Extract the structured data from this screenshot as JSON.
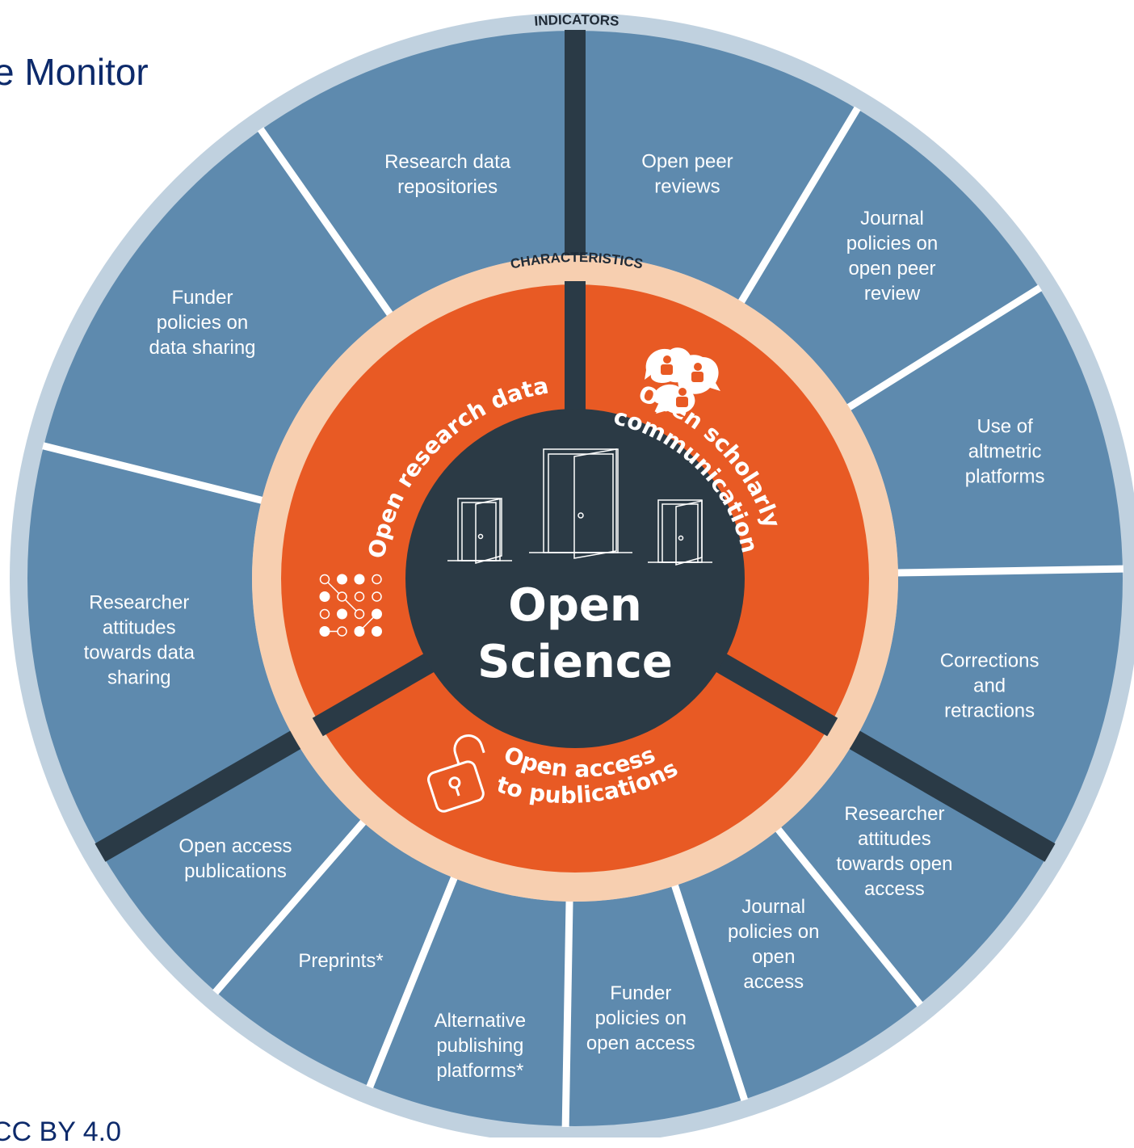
{
  "title": "e Monitor",
  "license": "CC BY 4.0",
  "colors": {
    "outer_ring": "#c0d1df",
    "indicator_fill": "#5e8aae",
    "divider_dark": "#2a3a46",
    "divider_light": "#ffffff",
    "peach_ring": "#f7cfb0",
    "orange": "#e85a24",
    "core": "#2b3a45"
  },
  "ring_labels": {
    "indicators": "INDICATORS",
    "characteristics": "CHARACTERISTICS"
  },
  "core": {
    "line1": "Open",
    "line2": "Science",
    "icon": "doors-icon"
  },
  "characteristics": [
    {
      "lines": [
        "Open research data"
      ],
      "icon": "data-grid-icon"
    },
    {
      "lines": [
        "Open scholarly",
        "communication"
      ],
      "icon": "discussion-people-icon"
    },
    {
      "lines": [
        "Open access",
        "to publications"
      ],
      "icon": "open-padlock-icon"
    }
  ],
  "indicators": [
    {
      "lines": [
        "Open peer",
        "reviews"
      ]
    },
    {
      "lines": [
        "Journal",
        "policies on",
        "open peer",
        "review"
      ]
    },
    {
      "lines": [
        "Use of",
        "altmetric",
        "platforms"
      ]
    },
    {
      "lines": [
        "Corrections",
        "and",
        "retractions"
      ]
    },
    {
      "lines": [
        "Researcher",
        "attitudes",
        "towards open",
        "access"
      ]
    },
    {
      "lines": [
        "Journal",
        "policies on",
        "open",
        "access"
      ]
    },
    {
      "lines": [
        "Funder",
        "policies on",
        "open access"
      ]
    },
    {
      "lines": [
        "Alternative",
        "publishing",
        "platforms*"
      ]
    },
    {
      "lines": [
        "Preprints*"
      ]
    },
    {
      "lines": [
        "Open access",
        "publications"
      ]
    },
    {
      "lines": [
        "Researcher",
        "attitudes",
        "towards data",
        "sharing"
      ]
    },
    {
      "lines": [
        "Funder",
        "policies on",
        "data sharing"
      ]
    },
    {
      "lines": [
        "Research data",
        "repositories"
      ]
    }
  ]
}
